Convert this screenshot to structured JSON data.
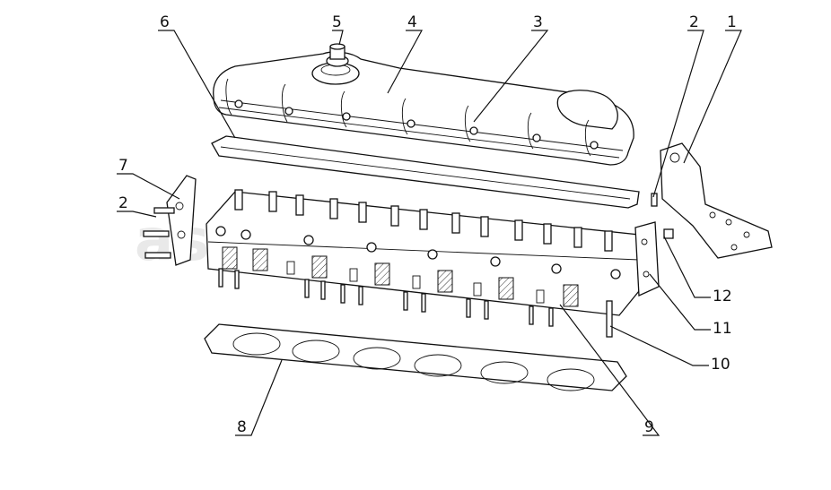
{
  "diagram": {
    "watermark": "ask-cat.ru",
    "callouts": [
      {
        "id": "c1",
        "label": "1"
      },
      {
        "id": "c2a",
        "label": "2"
      },
      {
        "id": "c3",
        "label": "3"
      },
      {
        "id": "c4",
        "label": "4"
      },
      {
        "id": "c5",
        "label": "5"
      },
      {
        "id": "c6",
        "label": "6"
      },
      {
        "id": "c7",
        "label": "7"
      },
      {
        "id": "c2b",
        "label": "2"
      },
      {
        "id": "c8",
        "label": "8"
      },
      {
        "id": "c9",
        "label": "9"
      },
      {
        "id": "c10",
        "label": "10"
      },
      {
        "id": "c11",
        "label": "11"
      },
      {
        "id": "c12",
        "label": "12"
      }
    ]
  }
}
